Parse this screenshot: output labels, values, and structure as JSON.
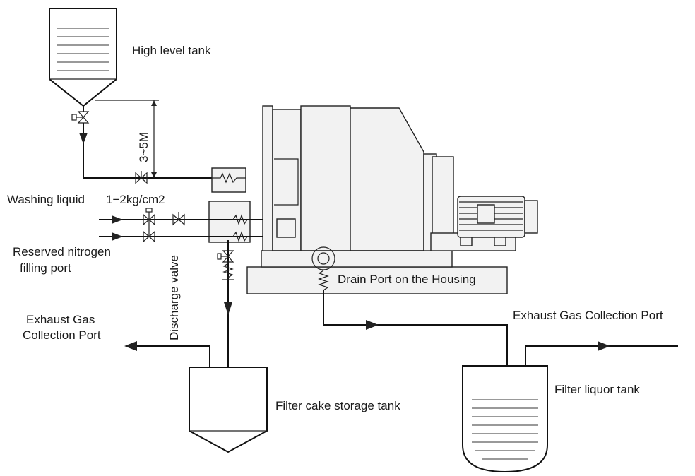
{
  "labels": {
    "high_level_tank": "High level tank",
    "height": "3~5M",
    "washing_liquid": "Washing liquid",
    "pressure": "1−2kg/cm2",
    "nitrogen_line1": "Reserved nitrogen",
    "nitrogen_line2": "filling port",
    "discharge_valve": "Discharge valve",
    "drain_port": "Drain Port on the Housing",
    "exhaust_left_line1": "Exhaust Gas",
    "exhaust_left_line2": "Collection Port",
    "exhaust_right": "Exhaust Gas Collection Port",
    "filter_cake_tank": "Filter cake storage tank",
    "filter_liquor_tank": "Filter liquor tank"
  }
}
